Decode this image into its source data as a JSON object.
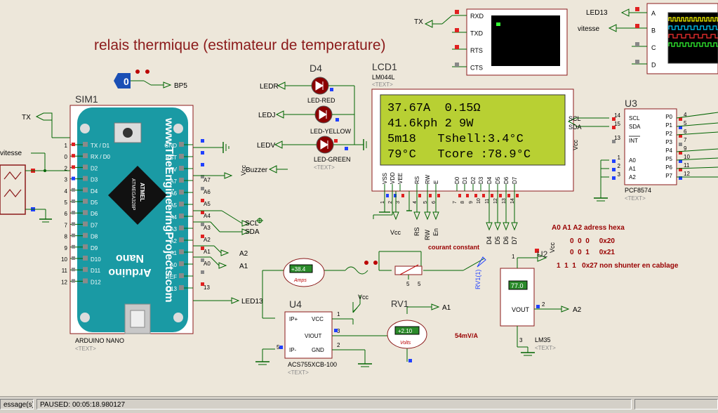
{
  "title": "relais thermique (estimateur de temperature)",
  "arduino": {
    "ref": "SIM1",
    "model": "ARDUINO NANO",
    "text": "<TEXT>",
    "url": "www.TheEngineeringProjects.com",
    "chip_brand": "ATMEL",
    "chip": "ATMEGA328P",
    "brand": "Arduino",
    "sub": "Nano",
    "left_pins": [
      {
        "num": "1",
        "label": "TX / D1"
      },
      {
        "num": "0",
        "label": "RX / D0"
      },
      {
        "num": "2",
        "label": "D2"
      },
      {
        "num": "3",
        "label": "D3"
      },
      {
        "num": "4",
        "label": "D4"
      },
      {
        "num": "5",
        "label": "D5"
      },
      {
        "num": "6",
        "label": "D6"
      },
      {
        "num": "7",
        "label": "D7"
      },
      {
        "num": "8",
        "label": "D8"
      },
      {
        "num": "9",
        "label": "D9"
      },
      {
        "num": "10",
        "label": "D10"
      },
      {
        "num": "11",
        "label": "D11"
      },
      {
        "num": "12",
        "label": "D12"
      }
    ],
    "right_pins": [
      {
        "num": "",
        "label": "GND"
      },
      {
        "num": "",
        "label": "RST"
      },
      {
        "num": "",
        "label": "5V"
      },
      {
        "num": "A7",
        "label": "A7"
      },
      {
        "num": "A6",
        "label": "A6"
      },
      {
        "num": "A5",
        "label": "A5"
      },
      {
        "num": "A4",
        "label": "A4"
      },
      {
        "num": "A3",
        "label": "A3"
      },
      {
        "num": "A2",
        "label": "A2"
      },
      {
        "num": "A1",
        "label": "A1"
      },
      {
        "num": "A0",
        "label": "A0"
      },
      {
        "num": "",
        "label": "REF"
      },
      {
        "num": "13",
        "label": "D13"
      }
    ]
  },
  "nets": {
    "tx": "TX",
    "vitesse": "vitesse",
    "bp5": "BP5",
    "bp_value": "0",
    "ledr": "LEDR",
    "ledj": "LEDJ",
    "ledv": "LEDV",
    "buzzer": "Buzzer",
    "vcc": "Vcc",
    "scl": "SCL",
    "sda": "SDA",
    "a2": "A2",
    "a1": "A1",
    "led13": "LED13",
    "d4": "D4",
    "d5": "D5",
    "d6": "D6",
    "d7": "D7",
    "rs": "RS",
    "rw": "RW",
    "en": "En"
  },
  "leds": {
    "ref": "D4",
    "red": "LED-RED",
    "yellow": "LED-YELLOW",
    "green": "LED-GREEN",
    "text": "<TEXT>"
  },
  "lcd": {
    "ref": "LCD1",
    "model": "LM044L",
    "text": "<TEXT>",
    "lines": [
      "37.67A  0.15Ω",
      "41.6kph 2 9W",
      "5m18   Tshell:3.4°C",
      "79°C   Tcore :78.9°C"
    ],
    "pins": [
      "VSS",
      "VDD",
      "VEE",
      "RS",
      "RW",
      "E",
      "D0",
      "D1",
      "D2",
      "D3",
      "D4",
      "D5",
      "D6",
      "D7"
    ],
    "pin_nums": [
      "1",
      "2",
      "3",
      "4",
      "5",
      "6",
      "7",
      "8",
      "9",
      "10",
      "11",
      "12",
      "13",
      "14"
    ]
  },
  "pcf": {
    "ref": "U3",
    "model": "PCF8574",
    "text": "<TEXT>",
    "left": [
      {
        "num": "14",
        "label": "SCL"
      },
      {
        "num": "15",
        "label": "SDA"
      },
      {
        "num": "13",
        "label": "INT"
      },
      {
        "num": "1",
        "label": "A0"
      },
      {
        "num": "2",
        "label": "A1"
      },
      {
        "num": "3",
        "label": "A2"
      }
    ],
    "right": [
      {
        "num": "4",
        "label": "P0"
      },
      {
        "num": "5",
        "label": "P1"
      },
      {
        "num": "6",
        "label": "P2"
      },
      {
        "num": "7",
        "label": "P3"
      },
      {
        "num": "9",
        "label": "P4"
      },
      {
        "num": "10",
        "label": "P5"
      },
      {
        "num": "11",
        "label": "P6"
      },
      {
        "num": "12",
        "label": "P7"
      }
    ]
  },
  "terminal": {
    "pins": [
      "RXD",
      "TXD",
      "RTS",
      "CTS"
    ]
  },
  "scope": {
    "channels": [
      "A",
      "B",
      "C",
      "D"
    ],
    "trace_colors": [
      "#ffff00",
      "#00ccff",
      "#ff3333",
      "#33ff33"
    ]
  },
  "ammeter": {
    "value": "+38.4",
    "unit": "Amps"
  },
  "voltmeter": {
    "value": "+2.10",
    "unit": "Volts"
  },
  "u4": {
    "ref": "U4",
    "model": "ACS755XCB-100",
    "text": "<TEXT>",
    "pins": [
      {
        "num": "",
        "label": "IP+"
      },
      {
        "num": "1",
        "label": "VCC"
      },
      {
        "num": "3",
        "label": "VIOUT"
      },
      {
        "num": "5",
        "label": "IP-"
      },
      {
        "num": "2",
        "label": "GND"
      }
    ]
  },
  "rv": {
    "ref": "RV1",
    "pot_label": "RV1(1)",
    "pins": [
      "1",
      "5",
      "5"
    ]
  },
  "lm35": {
    "ref": "U2",
    "model": "LM35",
    "text": "<TEXT>",
    "value": "77.0",
    "vout": "VOUT",
    "pins": [
      "1",
      "2",
      "3"
    ]
  },
  "notes": {
    "courant": "courant constant",
    "mva": "54mV/A",
    "addr_title": "A0 A1 A2 adress hexa",
    "addr_rows": [
      "0  0  0     0x20",
      "0  0  1     0x21",
      "1  1  1   0x27 non shunter en cablage"
    ]
  },
  "status": {
    "messages": "essage(s)",
    "paused": "PAUSED: 00:05:18.980127"
  },
  "colors": {
    "bg": "#ede7da",
    "wire": "#006400",
    "arduino_teal": "#1a9aa4",
    "lcd_green": "#b8d033",
    "red_text": "#8b1a1a",
    "annotation_red": "#990000"
  }
}
